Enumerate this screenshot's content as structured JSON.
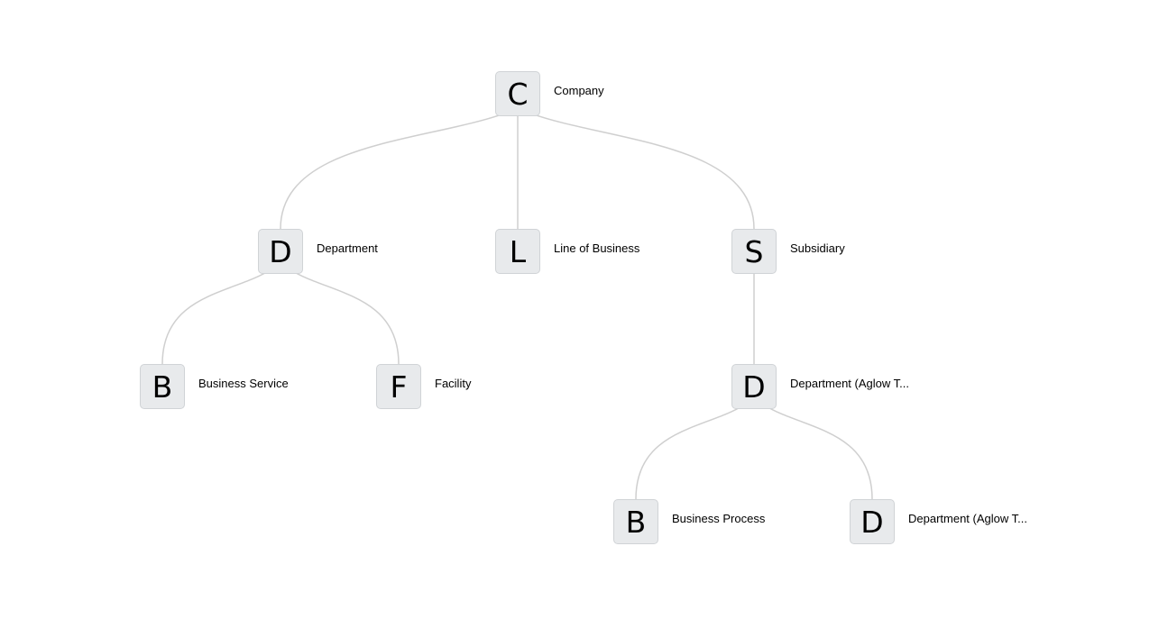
{
  "diagram": {
    "nodes": [
      {
        "id": "company",
        "letter": "C",
        "label": "Company",
        "parent": null
      },
      {
        "id": "department",
        "letter": "D",
        "label": "Department",
        "parent": "company"
      },
      {
        "id": "line-of-business",
        "letter": "L",
        "label": "Line of Business",
        "parent": "company"
      },
      {
        "id": "subsidiary",
        "letter": "S",
        "label": "Subsidiary",
        "parent": "company"
      },
      {
        "id": "business-service",
        "letter": "B",
        "label": "Business Service",
        "parent": "department"
      },
      {
        "id": "facility",
        "letter": "F",
        "label": "Facility",
        "parent": "department"
      },
      {
        "id": "department-aglow-1",
        "letter": "D",
        "label": "Department (Aglow T...",
        "parent": "subsidiary"
      },
      {
        "id": "business-process",
        "letter": "B",
        "label": "Business Process",
        "parent": "department-aglow-1"
      },
      {
        "id": "department-aglow-2",
        "letter": "D",
        "label": "Department (Aglow T...",
        "parent": "department-aglow-1"
      }
    ]
  },
  "colors": {
    "node_fill": "#e8eaec",
    "node_border": "#d0d3d6",
    "edge": "#cfcfcf",
    "text": "#000000",
    "background": "#ffffff"
  }
}
